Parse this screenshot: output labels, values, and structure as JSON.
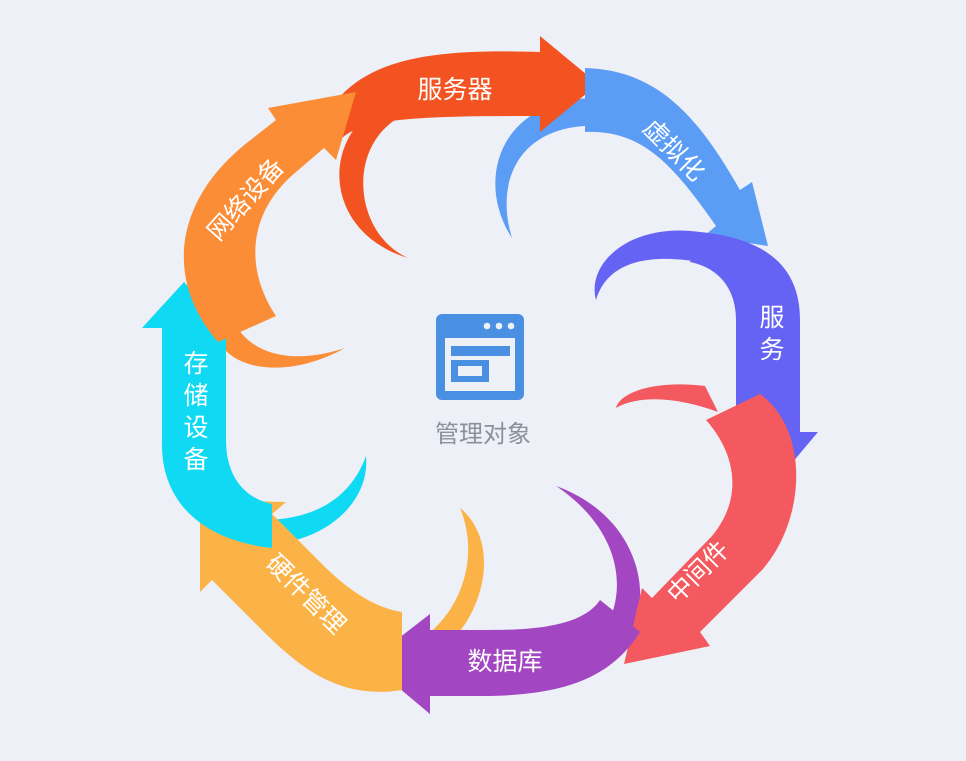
{
  "center": {
    "label": "管理对象",
    "icon": "browser-window-icon",
    "icon_color": "#4a90e2"
  },
  "background": "#edf0f6",
  "nodes": [
    {
      "label": "服务器",
      "color": "#f35321"
    },
    {
      "label": "虚拟化",
      "color": "#5b9cf5"
    },
    {
      "label": "服务",
      "color": "#6563f4"
    },
    {
      "label": "中间件",
      "color": "#f3595e"
    },
    {
      "label": "数据库",
      "color": "#a346c2"
    },
    {
      "label": "硬件管理",
      "color": "#fbb347"
    },
    {
      "label": "存储设备",
      "color": "#10d9f3"
    },
    {
      "label": "网络设备",
      "color": "#fb8d37"
    }
  ]
}
